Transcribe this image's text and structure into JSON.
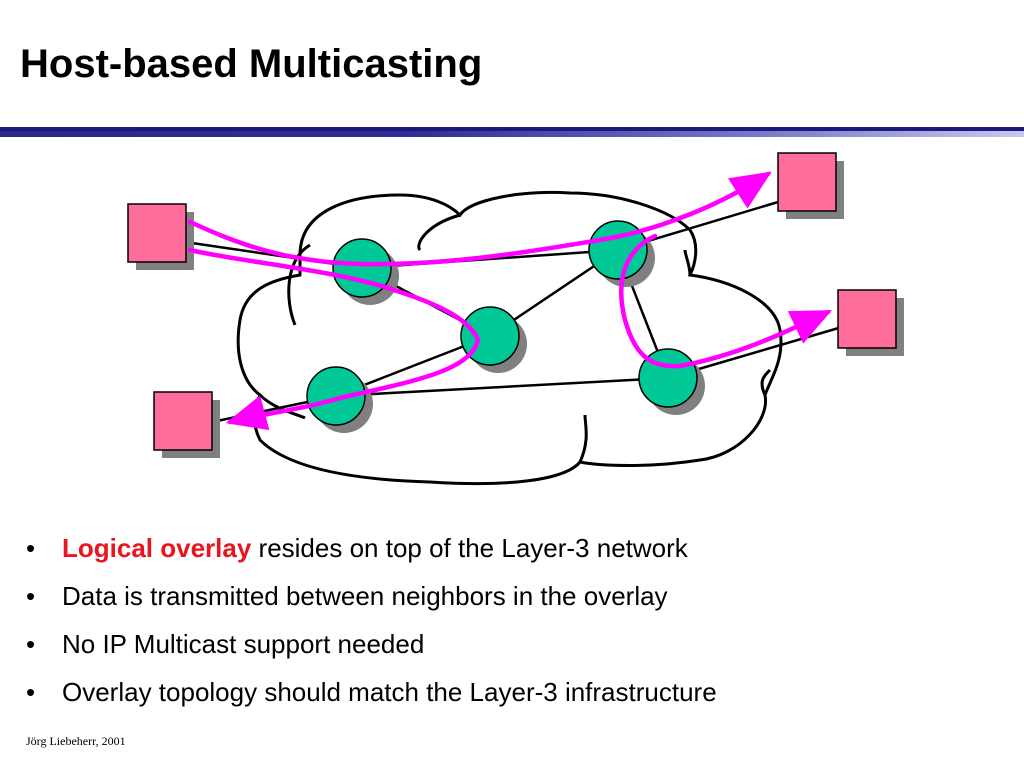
{
  "slide": {
    "title": "Host-based Multicasting",
    "footer": "Jörg Liebeherr, 2001"
  },
  "bullets": [
    {
      "highlight": "Logical overlay",
      "text": " resides on top of the  Layer-3 network"
    },
    {
      "highlight": "",
      "text": "Data is transmitted between neighbors in the overlay"
    },
    {
      "highlight": "",
      "text": "No IP Multicast support needed"
    },
    {
      "highlight": "",
      "text": "Overlay topology should match the Layer-3 infrastructure"
    }
  ],
  "colors": {
    "host": "#ff6e9a",
    "router": "#00c896",
    "overlay_path": "#ff00ff",
    "highlight": "#e8141e",
    "rule": "#2e2e94"
  }
}
